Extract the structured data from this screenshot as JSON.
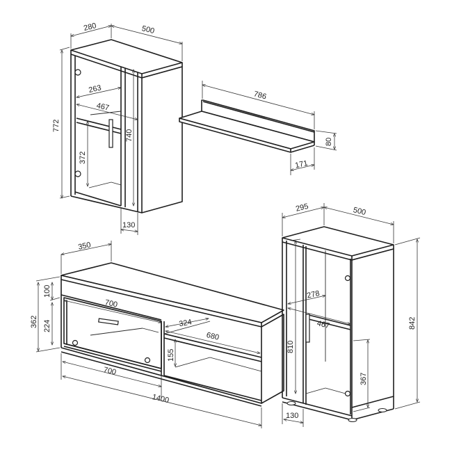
{
  "drawing": {
    "type": "furniture-dimension-drawing",
    "units": "mm",
    "stroke_color": "#1e1e1e",
    "background": "#ffffff"
  },
  "wall_cabinet": {
    "depth": "280",
    "width": "500",
    "height": "772",
    "inner_depth_shelf": "263",
    "inner_width": "467",
    "inner_height": "740",
    "lower_compartment_height": "372",
    "door_offset": "130"
  },
  "wall_shelf": {
    "length": "786",
    "height": "80",
    "depth": "171"
  },
  "tv_stand": {
    "depth": "350",
    "total_height": "362",
    "top_rail_height": "100",
    "flap_height": "224",
    "flap_width_inner": "700",
    "flap_width_outer": "700",
    "shelf_depth": "324",
    "shelf_width": "680",
    "open_compartment_height": "155",
    "total_width": "1400"
  },
  "tall_cabinet": {
    "depth": "295",
    "width": "500",
    "height": "842",
    "inner_height": "810",
    "inner_depth_shelf": "278",
    "inner_width": "467",
    "lower_compartment_height": "367",
    "door_offset": "130"
  }
}
